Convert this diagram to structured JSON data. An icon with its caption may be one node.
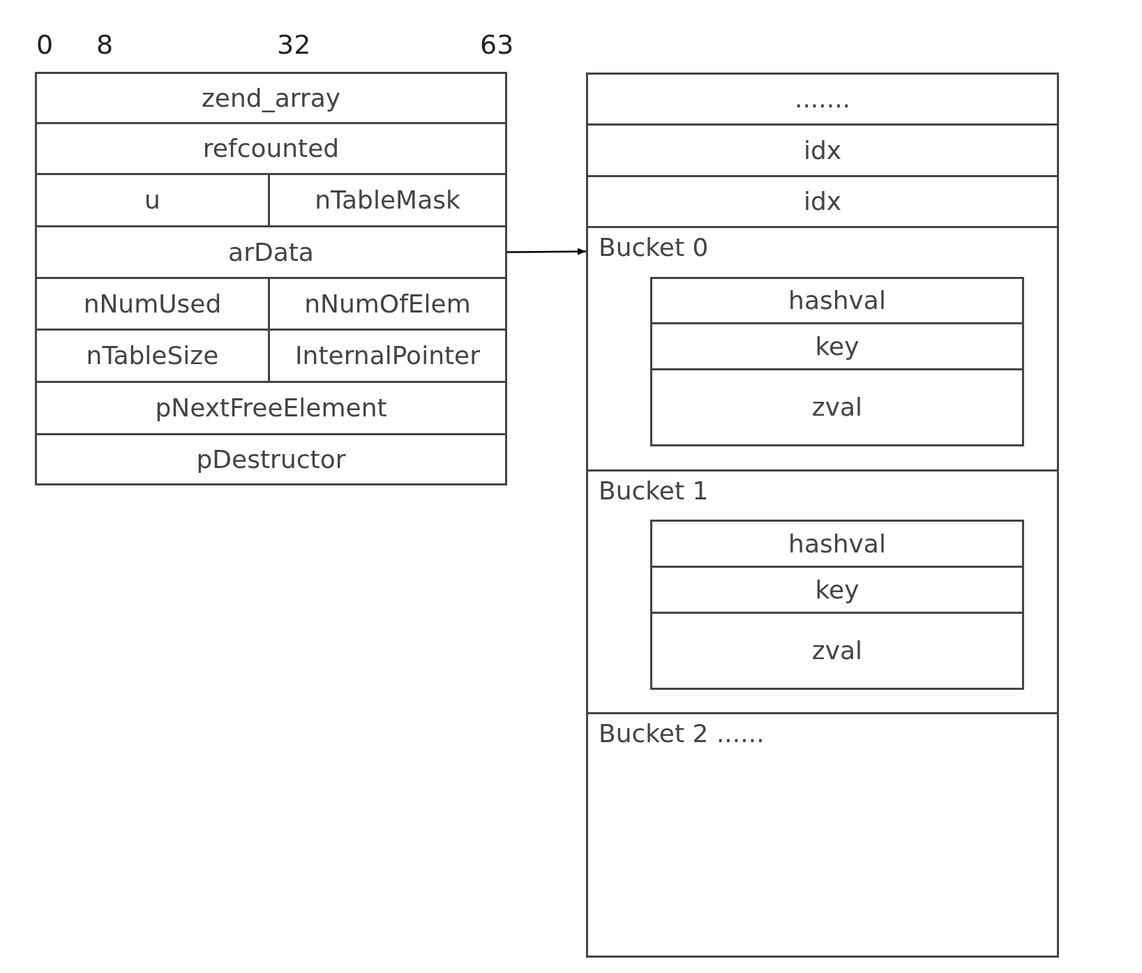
{
  "diagram": {
    "nodes": [
      {
        "text": [
          "zend_array"
        ]
      },
      {
        "text": [
          "refcounted"
        ]
      },
      {
        "text": [
          "u"
        ]
      },
      {
        "text": [
          "nTableMask"
        ]
      },
      {
        "text": [
          "arData"
        ]
      },
      {
        "text": [
          "nNumUsed"
        ]
      },
      {
        "text": [
          "nNumOfElem"
        ]
      },
      {
        "text": [
          "nTableSize"
        ]
      },
      {
        "text": [
          "InternalPointer"
        ]
      },
      {
        "text": [
          "pNextFreeElement"
        ]
      },
      {
        "text": [
          "pDestructor"
        ]
      },
      {
        "text": [
          "......."
        ]
      },
      {
        "text": [
          "idx"
        ]
      },
      {
        "text": [
          "idx"
        ]
      },
      {
        "text": [
          "Bucket 0"
        ]
      },
      {
        "text": [
          "hashval"
        ],
        "in": 14
      },
      {
        "text": [
          "key"
        ],
        "in": 14
      },
      {
        "text": [
          "zval"
        ],
        "in": 14
      },
      {
        "text": [
          "Bucket 1"
        ]
      },
      {
        "text": [
          "hashval"
        ],
        "in": 18
      },
      {
        "text": [
          "key"
        ],
        "in": 18
      },
      {
        "text": [
          "zval"
        ],
        "in": 18
      },
      {
        "text": [
          "Bucket 2 ......"
        ]
      }
    ],
    "edges": [
      {
        "from": 4,
        "to": 14,
        "arrow": "to"
      }
    ],
    "labels": [
      "0",
      "8",
      "32",
      "63"
    ]
  }
}
